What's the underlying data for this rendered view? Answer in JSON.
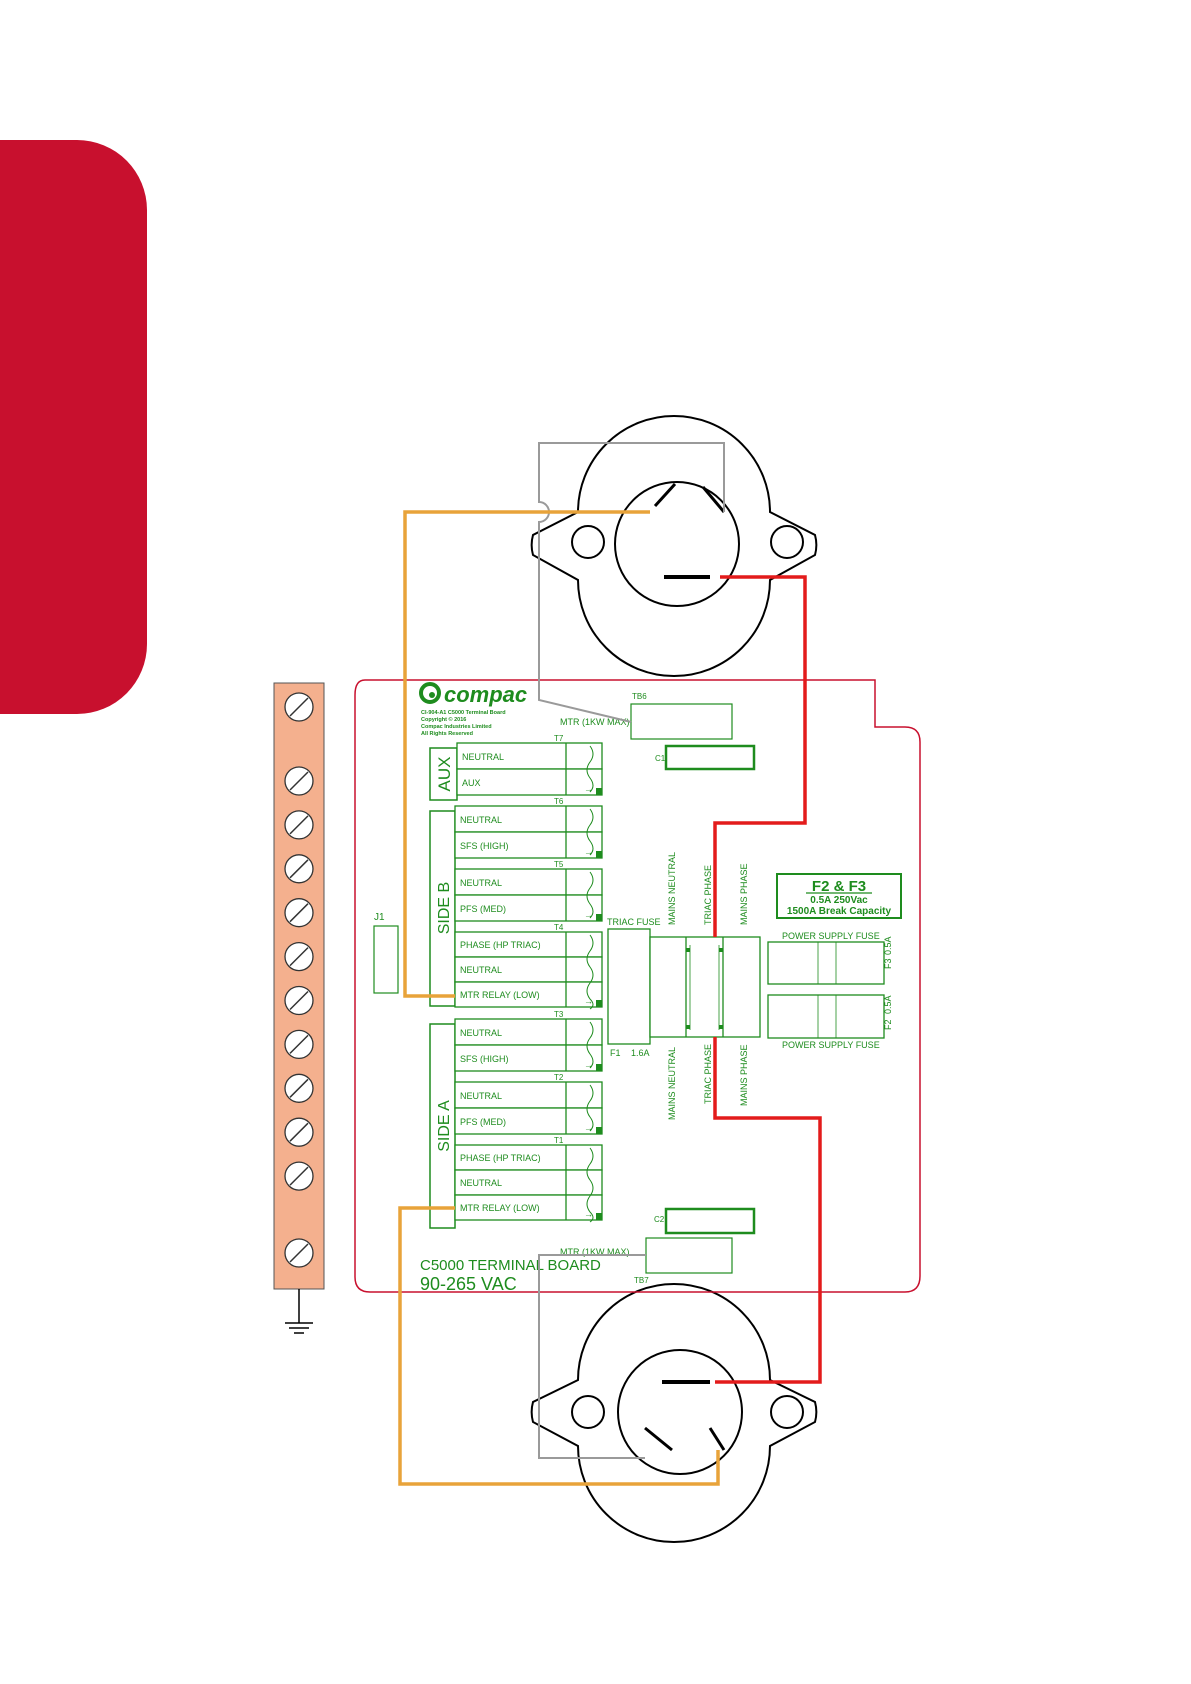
{
  "colors": {
    "accent": "#c8102e",
    "green": "#1e8c1e",
    "orange_wire": "#e8a33a",
    "red_wire": "#e31b1b",
    "grey_wire": "#9a9a9a",
    "earth_bar": "#f4b08e",
    "board_outline": "#c8102e"
  },
  "logo": {
    "brand": "compac",
    "line1": "CI-904-A1 C5000 Terminal Board",
    "line2": "Copyright © 2016",
    "line3": "Compac Industries Limited",
    "line4": "All Rights Reserved"
  },
  "board": {
    "title": "C5000 TERMINAL BOARD",
    "voltage": "90-265   VAC",
    "j1": "J1",
    "tb6": "TB6",
    "tb7": "TB7",
    "mtr_top": "MTR (1KW MAX)",
    "mtr_bottom": "MTR (1KW MAX)",
    "c1": "C1",
    "c2": "C2",
    "triac_fuse": "TRIAC FUSE",
    "f1": "F1",
    "f1_rating": "1.6A"
  },
  "groups": {
    "aux": "AUX",
    "side_b": "SIDE B",
    "side_a": "SIDE A"
  },
  "terminals": {
    "T7": {
      "id": "T7",
      "rows": [
        "NEUTRAL",
        "AUX"
      ]
    },
    "T6": {
      "id": "T6",
      "rows": [
        "NEUTRAL",
        "SFS (HIGH)"
      ]
    },
    "T5": {
      "id": "T5",
      "rows": [
        "NEUTRAL",
        "PFS (MED)"
      ]
    },
    "T4": {
      "id": "T4",
      "rows": [
        "PHASE (HP TRIAC)",
        "NEUTRAL",
        "MTR RELAY (LOW)"
      ]
    },
    "T3": {
      "id": "T3",
      "rows": [
        "NEUTRAL",
        "SFS (HIGH)"
      ]
    },
    "T2": {
      "id": "T2",
      "rows": [
        "NEUTRAL",
        "PFS (MED)"
      ]
    },
    "T1": {
      "id": "T1",
      "rows": [
        "PHASE (HP TRIAC)",
        "NEUTRAL",
        "MTR RELAY (LOW)"
      ]
    }
  },
  "mains": {
    "top": [
      "MAINS NEUTRAL",
      "TRIAC PHASE",
      "MAINS PHASE"
    ],
    "bottom": [
      "MAINS NEUTRAL",
      "TRIAC PHASE",
      "MAINS PHASE"
    ]
  },
  "fuse_box": {
    "title": "F2 & F3",
    "rating": "0.5A   250Vac",
    "capacity": "1500A Break Capacity"
  },
  "psu_fuses": {
    "top_label": "POWER SUPPLY FUSE",
    "bottom_label": "POWER SUPPLY FUSE",
    "f3": "F3",
    "f3_rating": "0.5A",
    "f2": "F2",
    "f2_rating": "0.5A"
  },
  "earth": {
    "screws": 12
  }
}
